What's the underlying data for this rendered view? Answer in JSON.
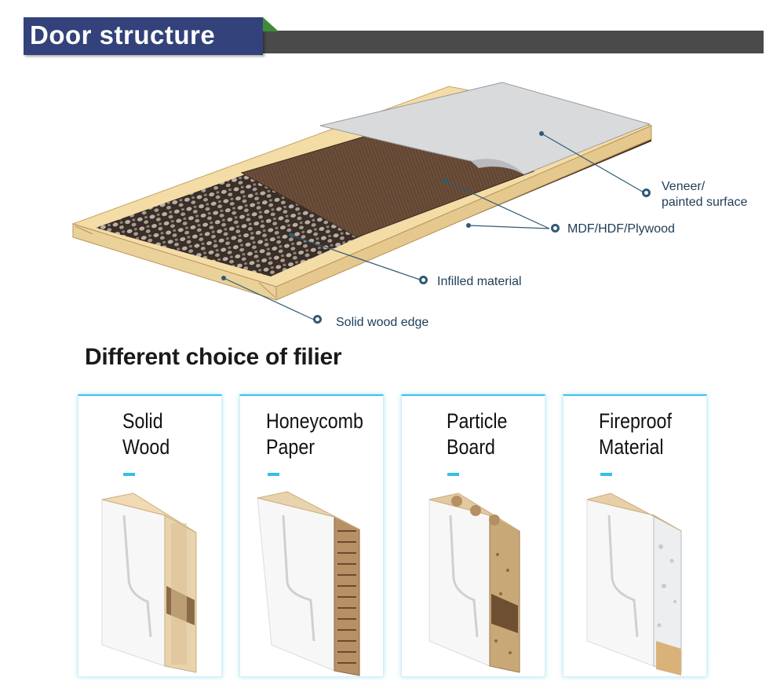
{
  "banner": {
    "title": "Door structure"
  },
  "diagram": {
    "callouts": {
      "veneer_line1": "Veneer/",
      "veneer_line2": "painted surface",
      "mdf": "MDF/HDF/Plywood",
      "infilled": "Infilled material",
      "solid_edge": "Solid wood edge"
    }
  },
  "section": {
    "heading": "Different choice of filier"
  },
  "cards": [
    {
      "line1": "Solid",
      "line2": "Wood"
    },
    {
      "line1": "Honeycomb",
      "line2": "Paper"
    },
    {
      "line1": "Particle",
      "line2": "Board"
    },
    {
      "line1": "Fireproof",
      "line2": "Material"
    }
  ],
  "colors": {
    "banner_blue": "#33427a",
    "banner_gray": "#4a4a4a",
    "accent_cyan": "#35c0e6",
    "callout_text": "#1f3c55"
  }
}
